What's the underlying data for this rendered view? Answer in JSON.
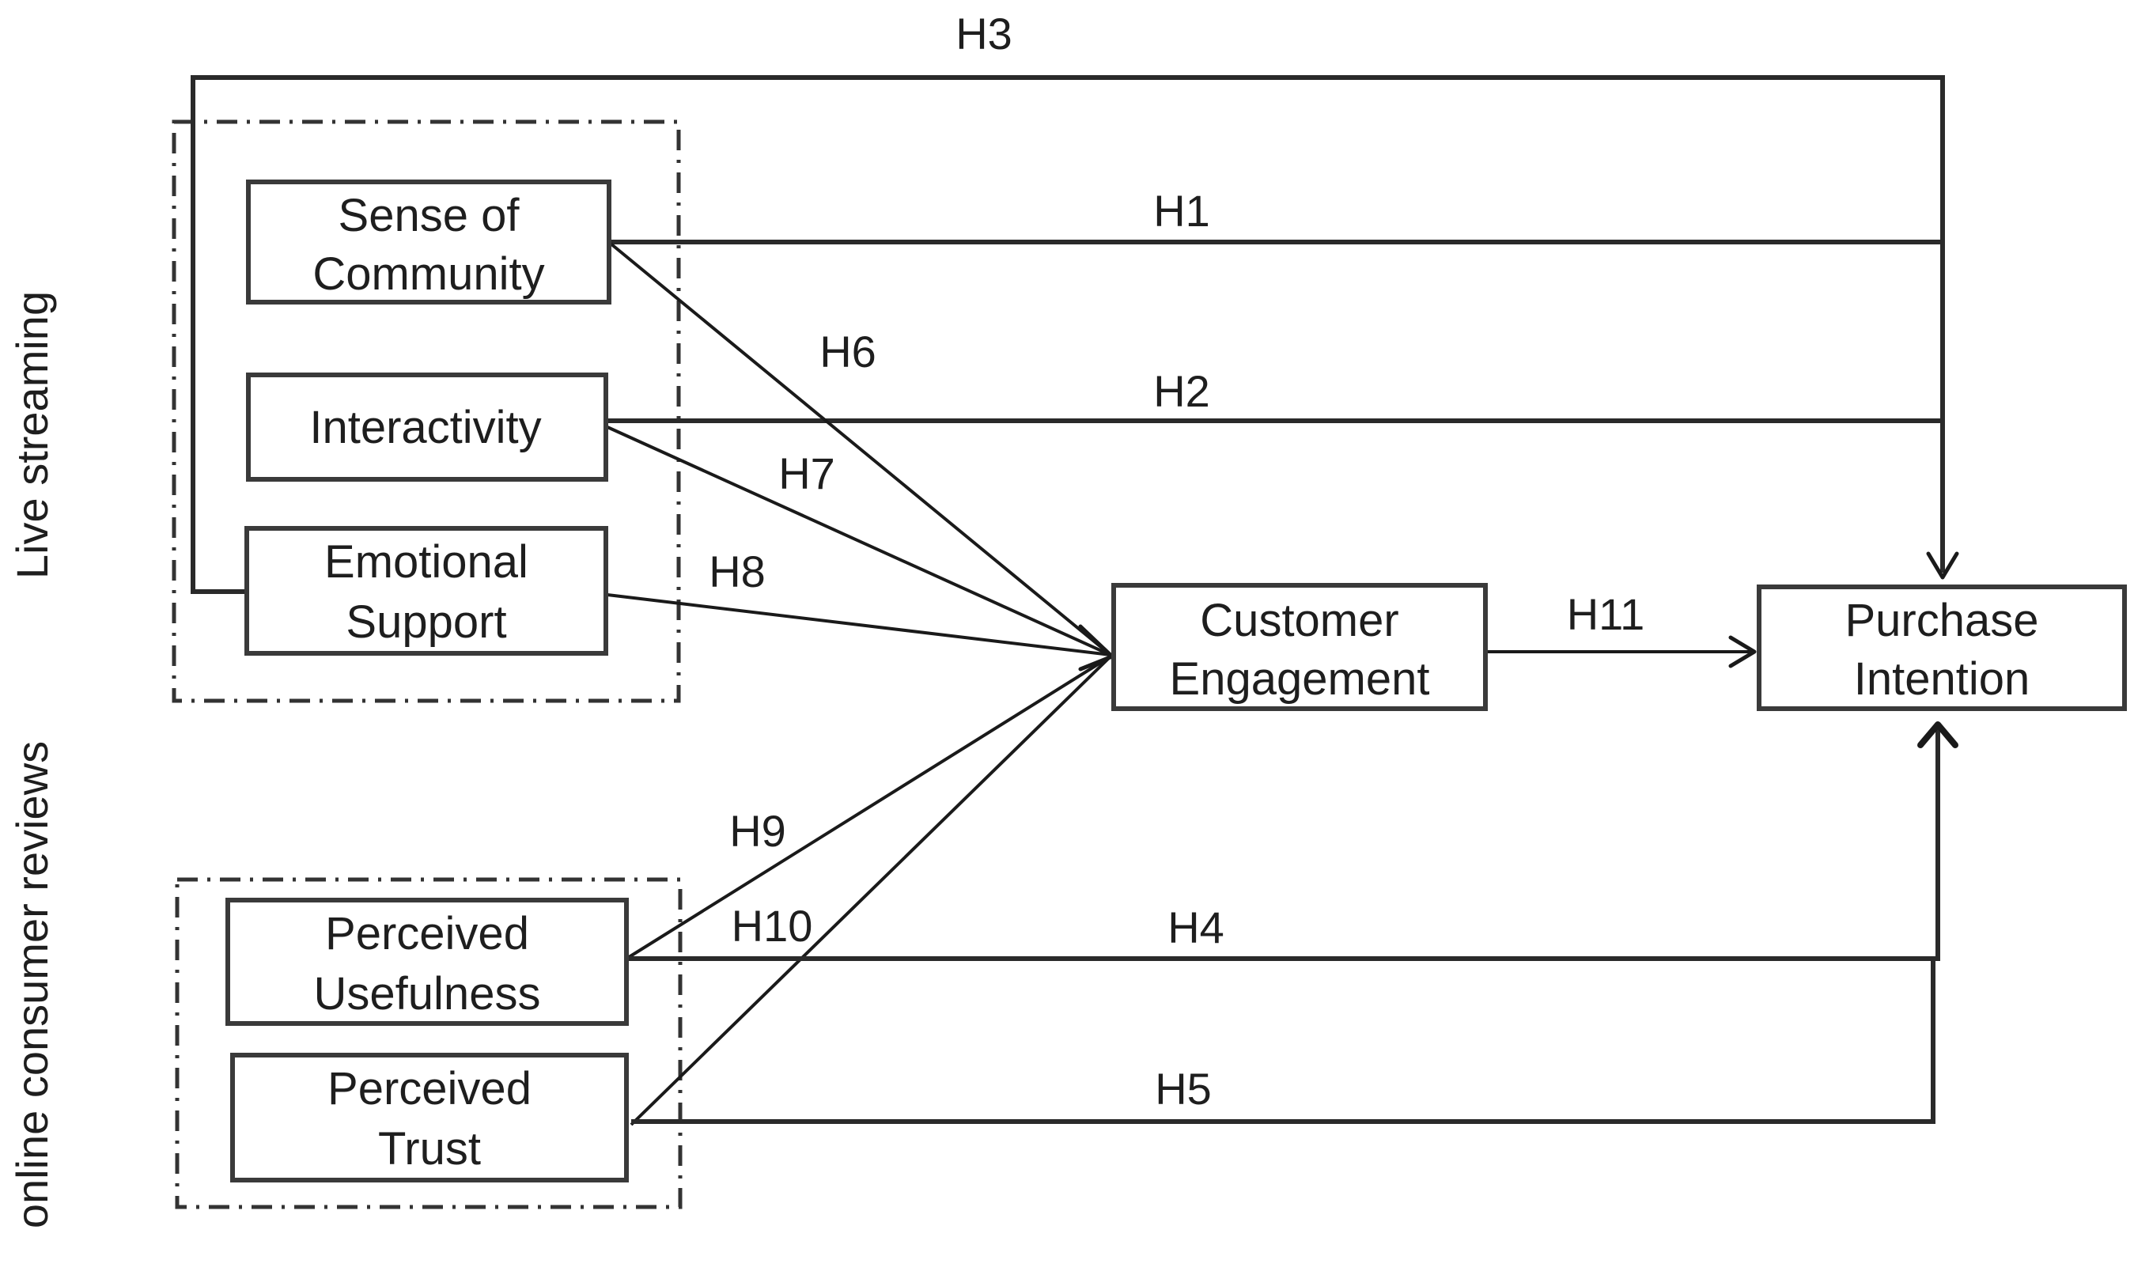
{
  "diagram": {
    "groups": {
      "live_streaming": "Live streaming",
      "online_consumer_reviews": "online consumer reviews"
    },
    "nodes": {
      "sense_of_community": [
        "Sense of",
        "Community"
      ],
      "interactivity": [
        "Interactivity"
      ],
      "emotional_support": [
        "Emotional",
        "Support"
      ],
      "perceived_usefulness": [
        "Perceived",
        "Usefulness"
      ],
      "perceived_trust": [
        "Perceived",
        "Trust"
      ],
      "customer_engagement": [
        "Customer",
        "Engagement"
      ],
      "purchase_intention": [
        "Purchase",
        "Intention"
      ]
    },
    "hypotheses": {
      "h1": "H1",
      "h2": "H2",
      "h3": "H3",
      "h4": "H4",
      "h5": "H5",
      "h6": "H6",
      "h7": "H7",
      "h8": "H8",
      "h9": "H9",
      "h10": "H10",
      "h11": "H11"
    }
  }
}
